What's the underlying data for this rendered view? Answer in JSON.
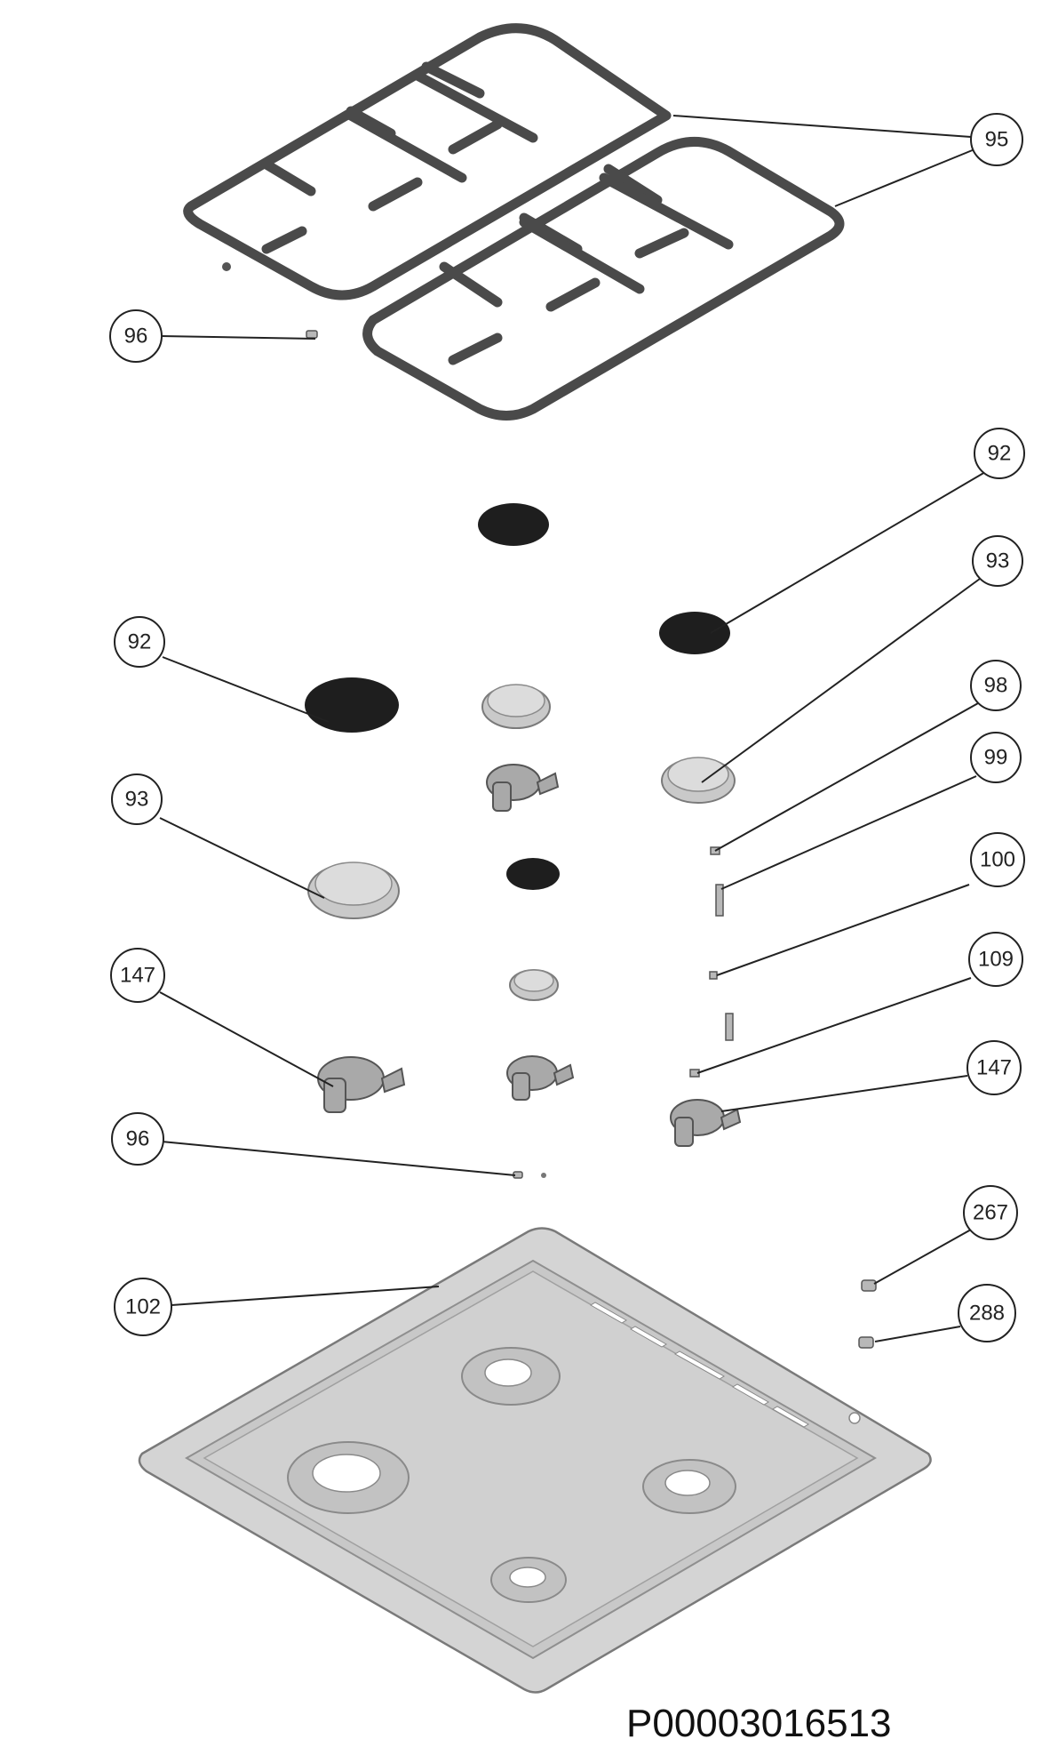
{
  "callouts": {
    "c95": "95",
    "c96a": "96",
    "c92a": "92",
    "c93a": "93",
    "c98": "98",
    "c99": "99",
    "c92b": "92",
    "c93b": "93",
    "c100": "100",
    "c147a": "147",
    "c109": "109",
    "c147b": "147",
    "c96b": "96",
    "c267": "267",
    "c102": "102",
    "c288": "288"
  },
  "document": {
    "code": "P00003016513"
  }
}
